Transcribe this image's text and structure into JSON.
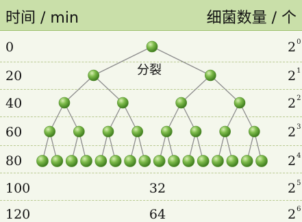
{
  "header": {
    "left_title": "时间 / min",
    "right_title": "细菌数量 / 个"
  },
  "rows": [
    {
      "time": "0",
      "base": "2",
      "exp": "0"
    },
    {
      "time": "20",
      "base": "2",
      "exp": "1"
    },
    {
      "time": "40",
      "base": "2",
      "exp": "2"
    },
    {
      "time": "60",
      "base": "2",
      "exp": "3"
    },
    {
      "time": "80",
      "base": "2",
      "exp": "4"
    },
    {
      "time": "100",
      "base": "2",
      "exp": "5"
    },
    {
      "time": "120",
      "base": "2",
      "exp": "6"
    }
  ],
  "split_label": "分裂",
  "mid_numbers": [
    "32",
    "64"
  ],
  "colors": {
    "header_bg": "#c9dfa9",
    "cell_green": "#6aa83a",
    "branch": "#8c8c8c"
  }
}
